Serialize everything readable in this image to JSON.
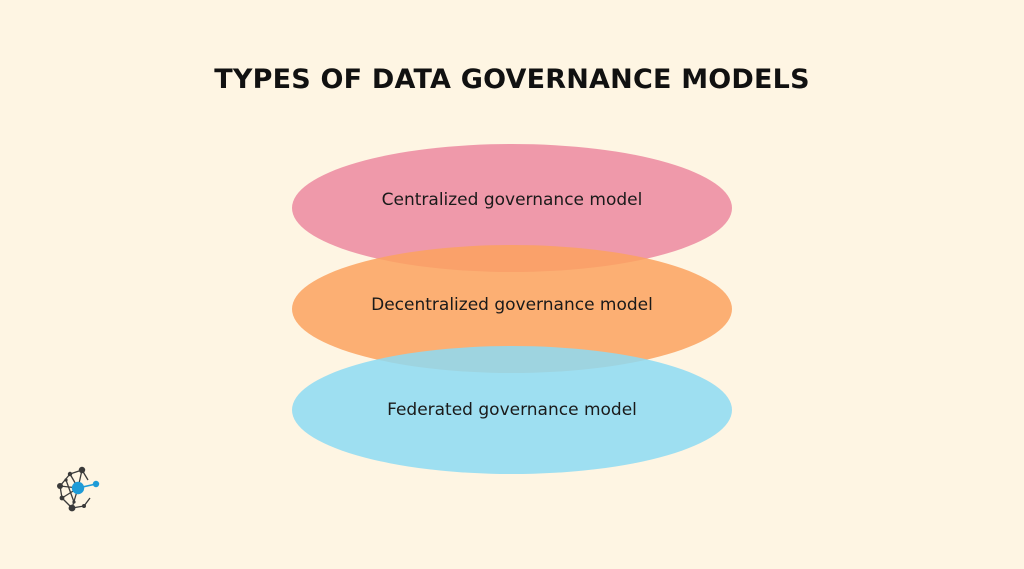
{
  "title": "TYPES OF DATA GOVERNANCE MODELS",
  "colors": {
    "background": "#FEF5E3",
    "title": "#111111",
    "label": "#1A1A1A",
    "logo_dark": "#3A3A3A",
    "logo_accent": "#1E9BD7"
  },
  "models": [
    {
      "label": "Centralized governance model",
      "color": "#EE94A6"
    },
    {
      "label": "Decentralized governance model",
      "color": "#FCA25F"
    },
    {
      "label": "Federated governance model",
      "color": "#8DDAF3"
    }
  ],
  "logo": {
    "icon": "network-node-logo-icon"
  }
}
